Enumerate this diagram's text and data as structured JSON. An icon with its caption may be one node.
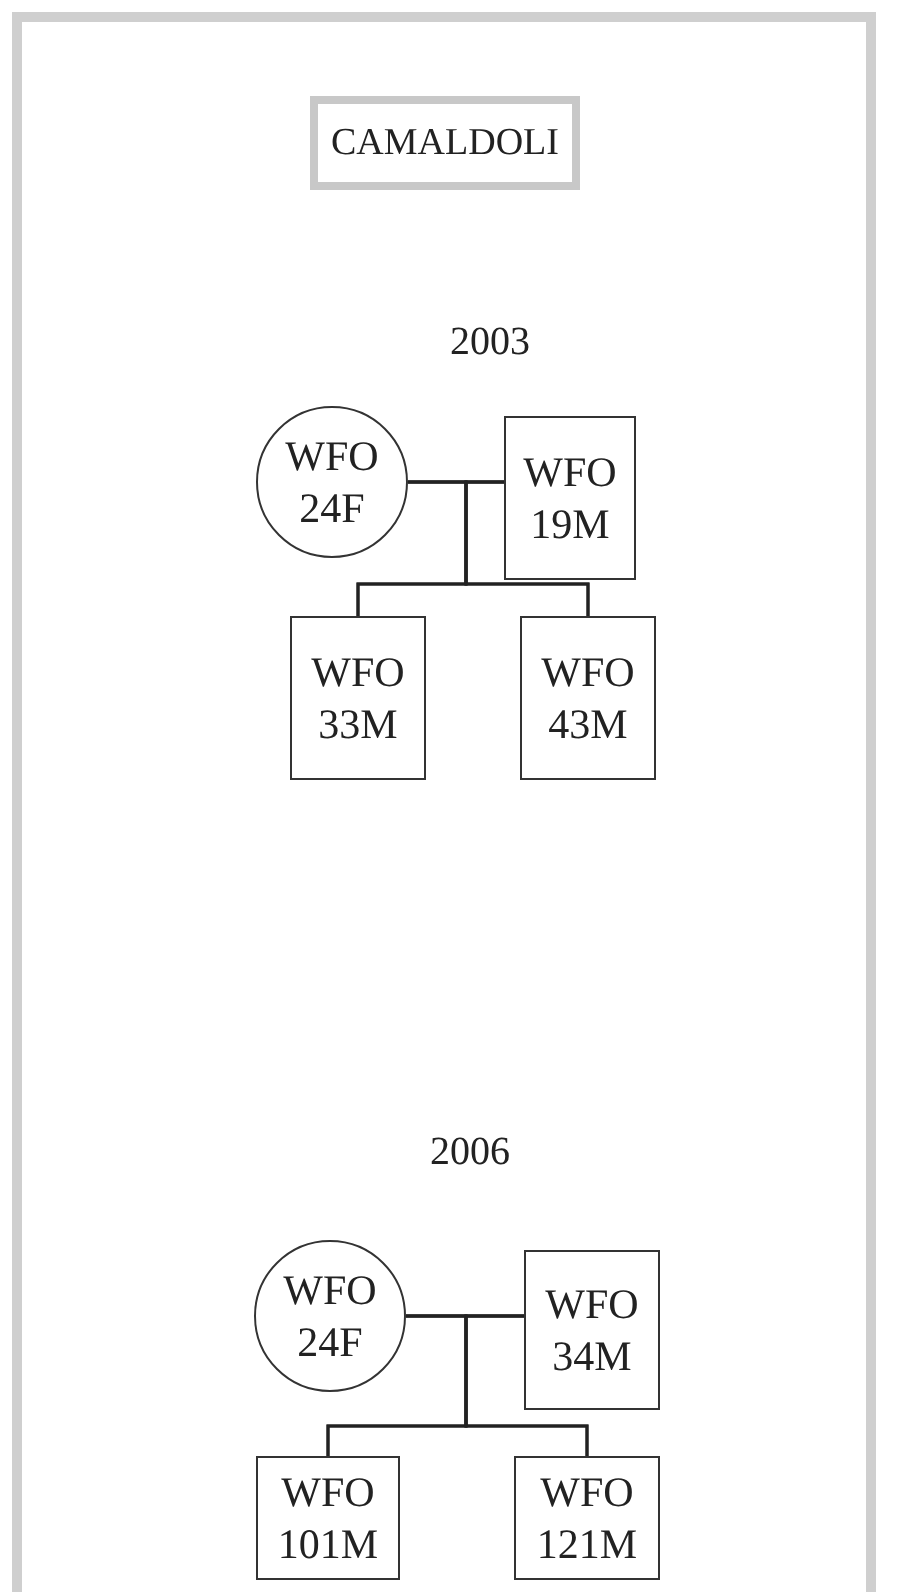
{
  "diagram": {
    "nodes": [
      {
        "text": [
          "CAMALDOLI"
        ]
      },
      {
        "text": [
          "WFO 24F"
        ]
      },
      {
        "text": [
          "WFO 19M"
        ]
      },
      {
        "text": [
          "WFO 33M"
        ]
      },
      {
        "text": [
          "WFO 43M"
        ]
      },
      {
        "text": [
          "WFO 24F"
        ]
      },
      {
        "text": [
          "WFO 34M"
        ]
      },
      {
        "text": [
          "WFO 101M"
        ]
      },
      {
        "text": [
          "WFO 121M"
        ]
      }
    ],
    "edges": [
      {
        "from": 1,
        "to": 2,
        "arrow": "none"
      },
      {
        "from": 1,
        "to": 3,
        "arrow": "none"
      },
      {
        "from": 2,
        "to": 3,
        "arrow": "none"
      },
      {
        "from": 1,
        "to": 4,
        "arrow": "none"
      },
      {
        "from": 2,
        "to": 4,
        "arrow": "none"
      },
      {
        "from": 5,
        "to": 6,
        "arrow": "none"
      },
      {
        "from": 5,
        "to": 7,
        "arrow": "none"
      },
      {
        "from": 6,
        "to": 7,
        "arrow": "none"
      },
      {
        "from": 5,
        "to": 8,
        "arrow": "none"
      },
      {
        "from": 6,
        "to": 8,
        "arrow": "none"
      }
    ],
    "labels": [
      "2003",
      "2006"
    ]
  }
}
